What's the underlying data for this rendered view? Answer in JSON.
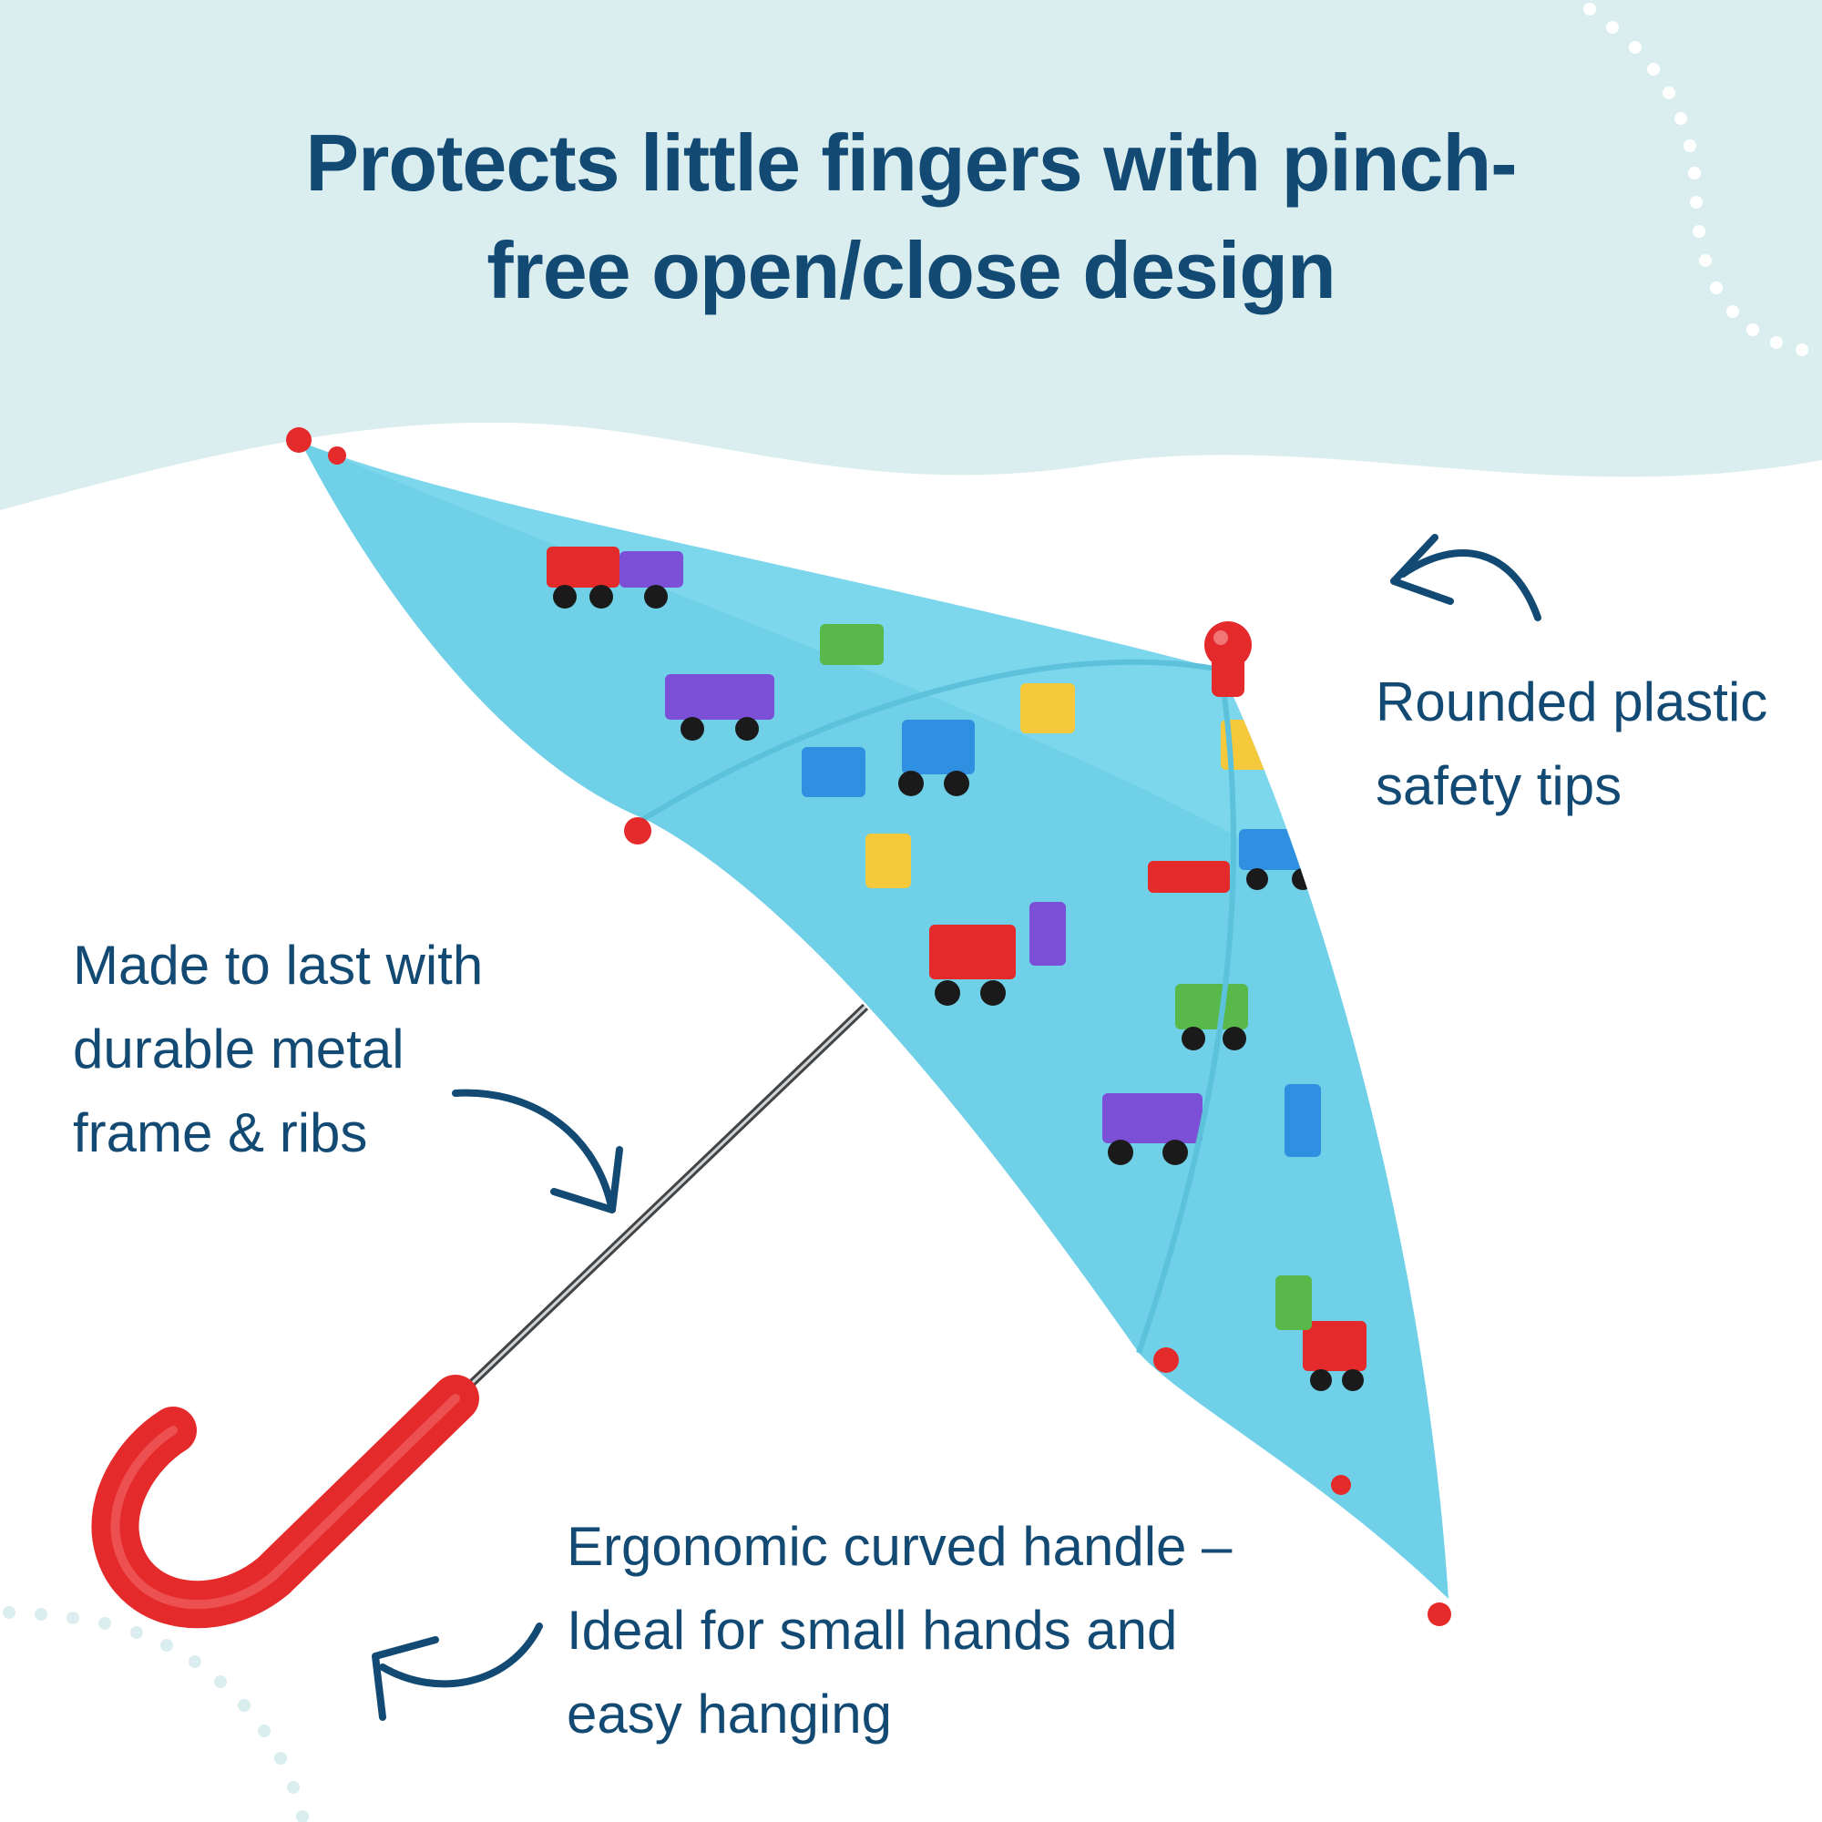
{
  "headline": {
    "line1": "Protects little fingers with pinch-",
    "line2": "free open/close design"
  },
  "callouts": {
    "safety_tips": {
      "line1": "Rounded plastic",
      "line2": "safety tips"
    },
    "metal_frame": {
      "line1": "Made to last with",
      "line2": "durable metal",
      "line3": "frame & ribs"
    },
    "curved_handle": {
      "line1": "Ergonomic curved handle –",
      "line2": "Ideal for small hands and",
      "line3": "easy hanging"
    }
  },
  "colors": {
    "header_band": "#dbeeef",
    "text": "#124a74",
    "canopy": "#6fd0e8",
    "handle": "#e52a2b",
    "dots": "#dbeeef"
  },
  "icons": {
    "arrows": [
      "curved-arrow-icon"
    ],
    "tips": [
      "red-ball-tip-icon"
    ]
  }
}
